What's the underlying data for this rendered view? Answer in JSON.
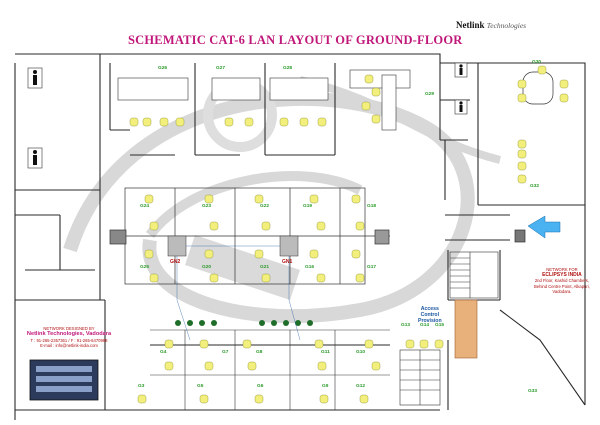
{
  "title": "SCHEMATIC CAT-6 LAN LAYOUT OF  GROUND-FLOOR",
  "logo": {
    "brand": "Netlink",
    "tagline": "Technologies"
  },
  "workstations": [
    {
      "label": "G26"
    },
    {
      "label": "G27"
    },
    {
      "label": "G28"
    },
    {
      "label": "G29"
    },
    {
      "label": "G30"
    },
    {
      "label": "G32"
    },
    {
      "label": "G24"
    },
    {
      "label": "G23"
    },
    {
      "label": "G22"
    },
    {
      "label": "G19"
    },
    {
      "label": "G18"
    },
    {
      "label": "G25"
    },
    {
      "label": "G20"
    },
    {
      "label": "G21"
    },
    {
      "label": "G16"
    },
    {
      "label": "G17"
    },
    {
      "label": "G13"
    },
    {
      "label": "G14"
    },
    {
      "label": "G15"
    },
    {
      "label": "G4"
    },
    {
      "label": "G7"
    },
    {
      "label": "G8"
    },
    {
      "label": "G11"
    },
    {
      "label": "G10"
    },
    {
      "label": "G3"
    },
    {
      "label": "G5"
    },
    {
      "label": "G6"
    },
    {
      "label": "G9"
    },
    {
      "label": "G12"
    },
    {
      "label": "G33"
    }
  ],
  "network_nodes": [
    {
      "label": "GN2"
    },
    {
      "label": "GN1"
    }
  ],
  "access_control": {
    "line1": "Access",
    "line2": "Control",
    "line3": "Provision"
  },
  "network_for": {
    "heading": "NETWORK FOR",
    "company": "ECLIPSYS INDIA",
    "line1": "2nd Floor, Kashid Chambers,",
    "line2": "Behind Centre Point, Alkapuri,",
    "line3": "Vadodara."
  },
  "designer": {
    "heading": "NETWORK DESIGNED BY",
    "company": "Netlink Technologies, Vadodara",
    "phone": "T : 91-265-2357361 / F : 91-265-6470988",
    "email": "E-mail : info@netlink-india.com"
  },
  "colors": {
    "title": "#c0187a",
    "walls": "#222222",
    "chairs": "#f2ef7c",
    "labels": "#2a9a2a",
    "cable": "#1a55a0",
    "watermark": "#d0d0d0"
  }
}
